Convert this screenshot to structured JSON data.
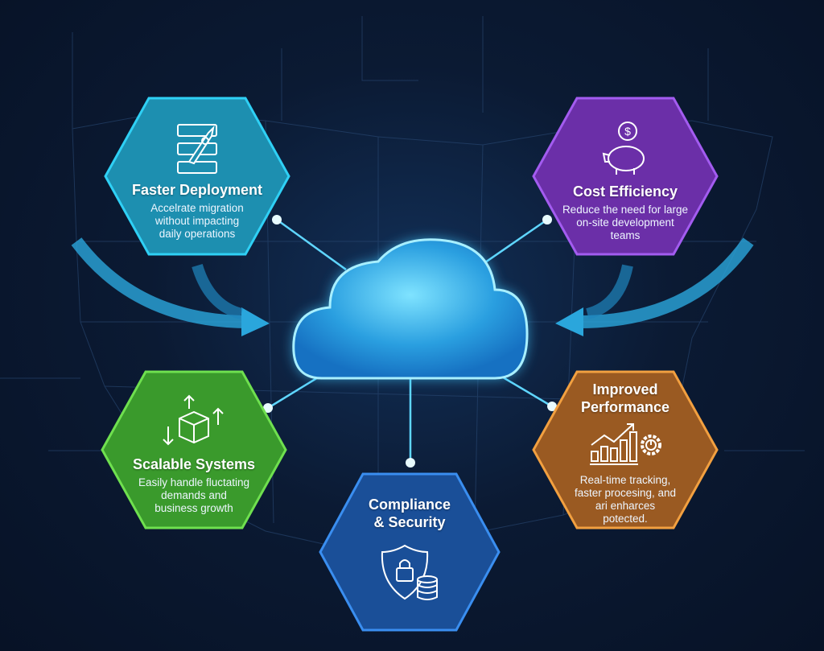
{
  "colors": {
    "cyan": "#22b8dc",
    "purple": "#8a3fc6",
    "green": "#44b637",
    "orange": "#b96a24",
    "blue": "#1e5fae",
    "glow": "#6fe0ff"
  },
  "center": {
    "icon": "cloud-icon"
  },
  "cards": [
    {
      "id": "faster-deployment",
      "title": "Faster Deployment",
      "desc": [
        "Accelrate migration",
        "without impacting",
        "daily operations"
      ],
      "icon": "rocket-server-icon"
    },
    {
      "id": "cost-efficiency",
      "title": "Cost Efficiency",
      "desc": [
        "Reduce the need for large",
        "on-site development",
        "teams"
      ],
      "icon": "piggy-bank-icon"
    },
    {
      "id": "scalable-systems",
      "title": "Scalable Systems",
      "desc": [
        "Easily handle fluctating",
        "demands and",
        "business growth"
      ],
      "icon": "box-arrows-icon"
    },
    {
      "id": "improved-performance",
      "title": "Improved Performance",
      "title_lines": [
        "Improved",
        "Performance"
      ],
      "desc": [
        "Real-time tracking,",
        "faster procesing, and",
        "ari enharces",
        "potected."
      ],
      "icon": "growth-chart-gear-icon"
    },
    {
      "id": "compliance-security",
      "title": "Compliance & Security",
      "title_lines": [
        "Compliance",
        "& Security"
      ],
      "icon": "shield-lock-database-icon"
    }
  ]
}
